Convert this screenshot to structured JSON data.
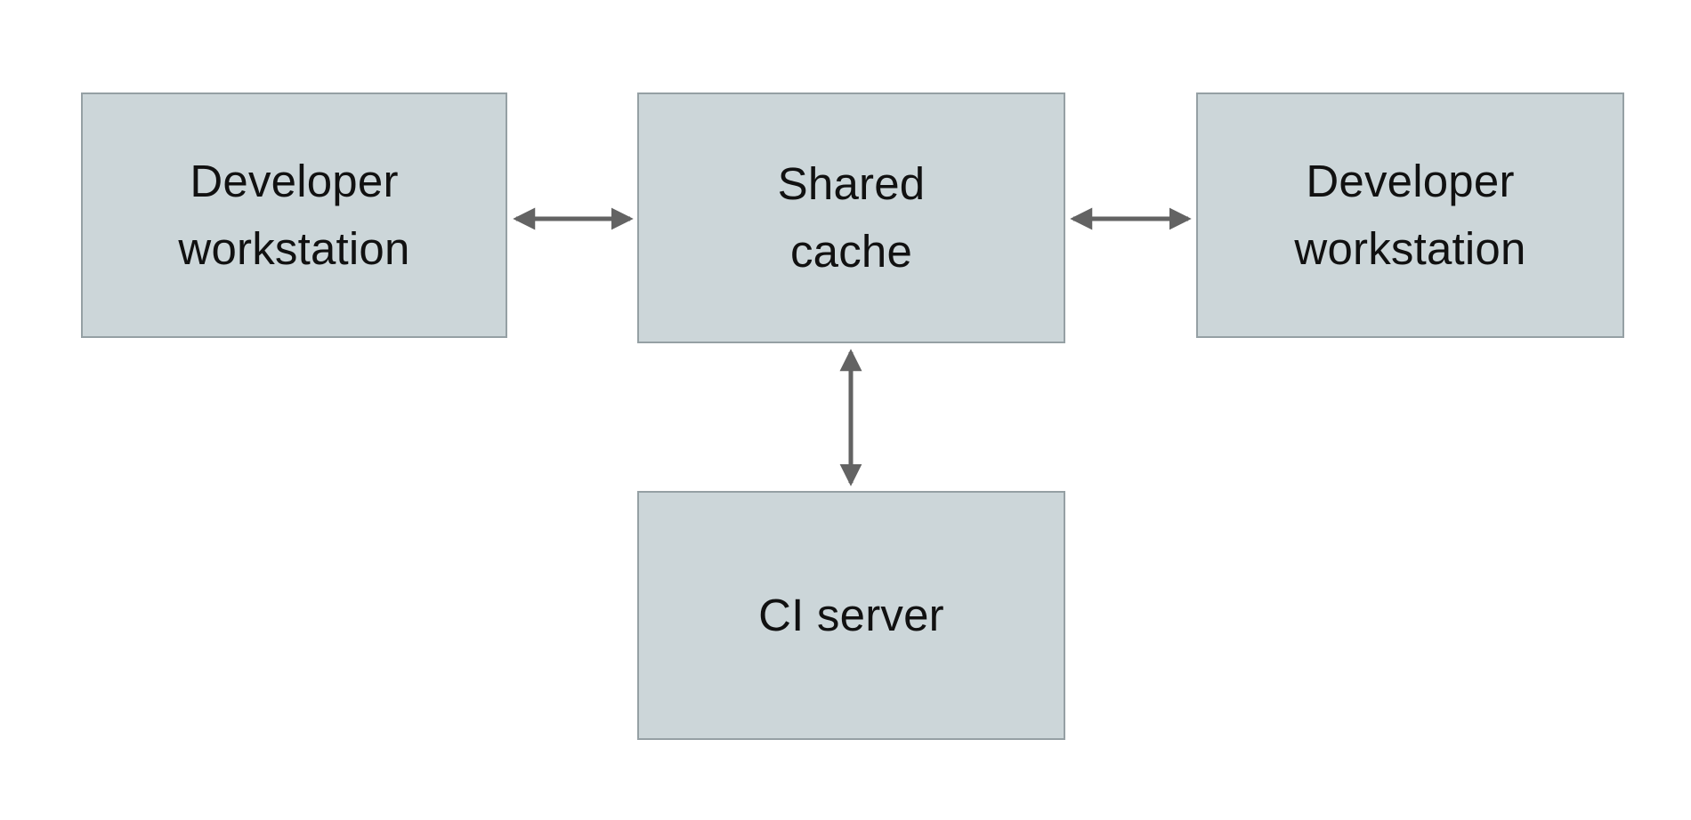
{
  "diagram": {
    "nodes": [
      {
        "id": "developer-workstation-left",
        "label": "Developer\nworkstation"
      },
      {
        "id": "shared-cache",
        "label": "Shared\ncache"
      },
      {
        "id": "developer-workstation-right",
        "label": "Developer\nworkstation"
      },
      {
        "id": "ci-server",
        "label": "CI server"
      }
    ],
    "edges": [
      {
        "from": "developer-workstation-left",
        "to": "shared-cache",
        "type": "bidirectional-arrow"
      },
      {
        "from": "shared-cache",
        "to": "developer-workstation-right",
        "type": "bidirectional-arrow"
      },
      {
        "from": "shared-cache",
        "to": "ci-server",
        "type": "bidirectional-arrow"
      }
    ],
    "colors": {
      "node_fill": "#ccd6d9",
      "node_border": "#95a0a4",
      "arrow": "#636363",
      "background": "#ffffff",
      "text": "#111111"
    }
  }
}
